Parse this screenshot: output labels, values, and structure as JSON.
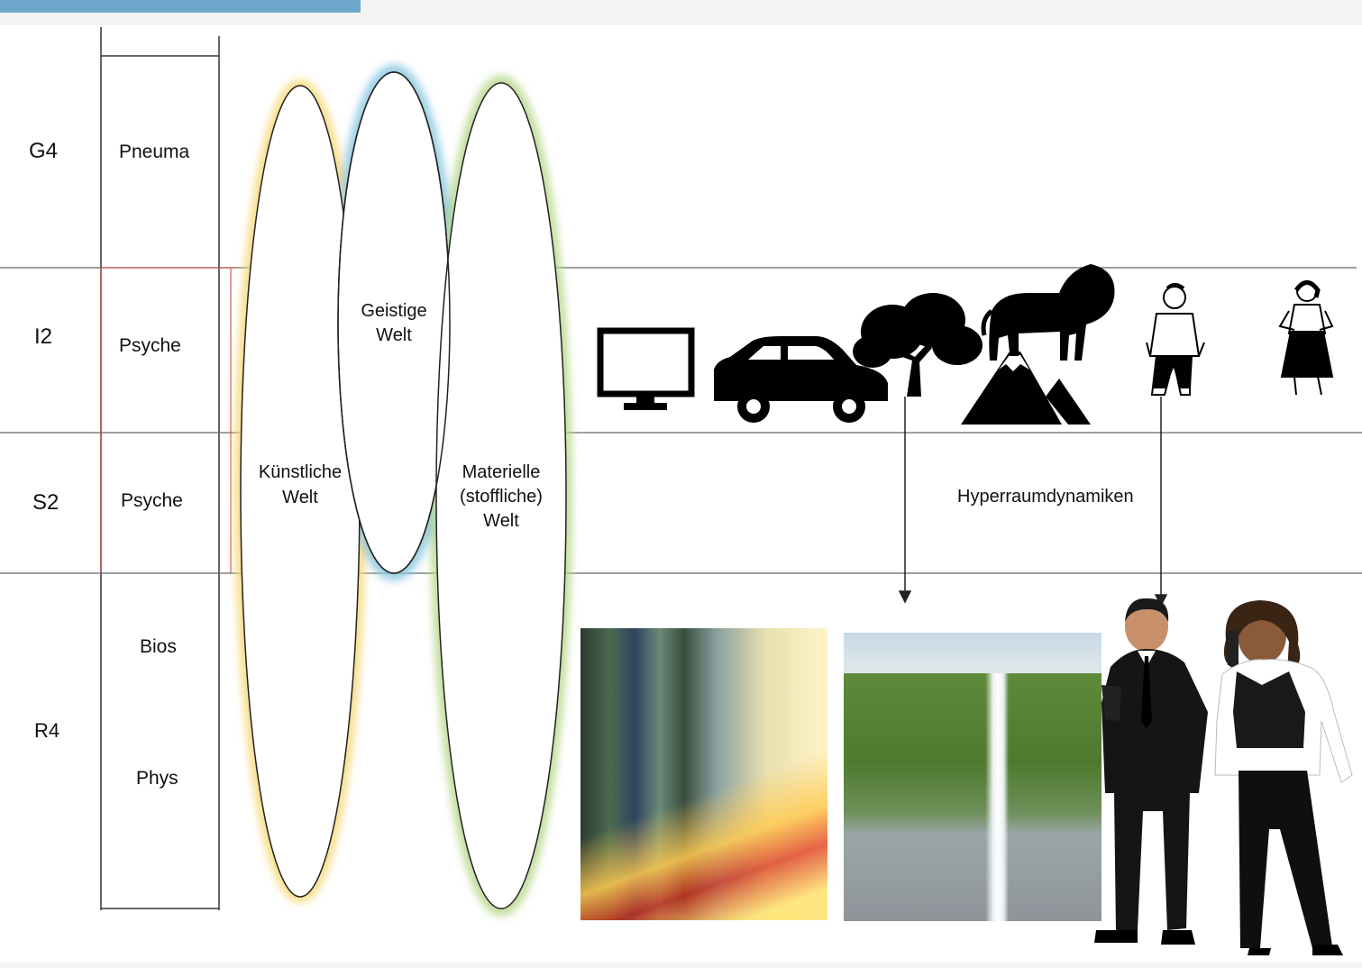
{
  "levels": {
    "g4": "G4",
    "i2": "I2",
    "s2": "S2",
    "r4": "R4"
  },
  "layers": {
    "pneuma": "Pneuma",
    "psyche_upper": "Psyche",
    "psyche_lower": "Psyche",
    "bios": "Bios",
    "phys": "Phys"
  },
  "worlds": {
    "artificial": [
      "Künstliche",
      "Welt"
    ],
    "spiritual": [
      "Geistige",
      "Welt"
    ],
    "material": [
      "Materielle",
      "(stoffliche)",
      "Welt"
    ]
  },
  "hyperspace_label": "Hyperraumdynamiken",
  "icons": [
    "monitor-icon",
    "car-icon",
    "tree-icon",
    "lion-icon",
    "mountain-icon",
    "man-icon",
    "woman-icon"
  ],
  "colors": {
    "artificial_glow": "#f6d977",
    "spiritual_glow": "#8cc9e0",
    "material_glow": "#b9d98f",
    "accent_bar": "#6fa8cc",
    "red_divider": "#c0392b"
  }
}
